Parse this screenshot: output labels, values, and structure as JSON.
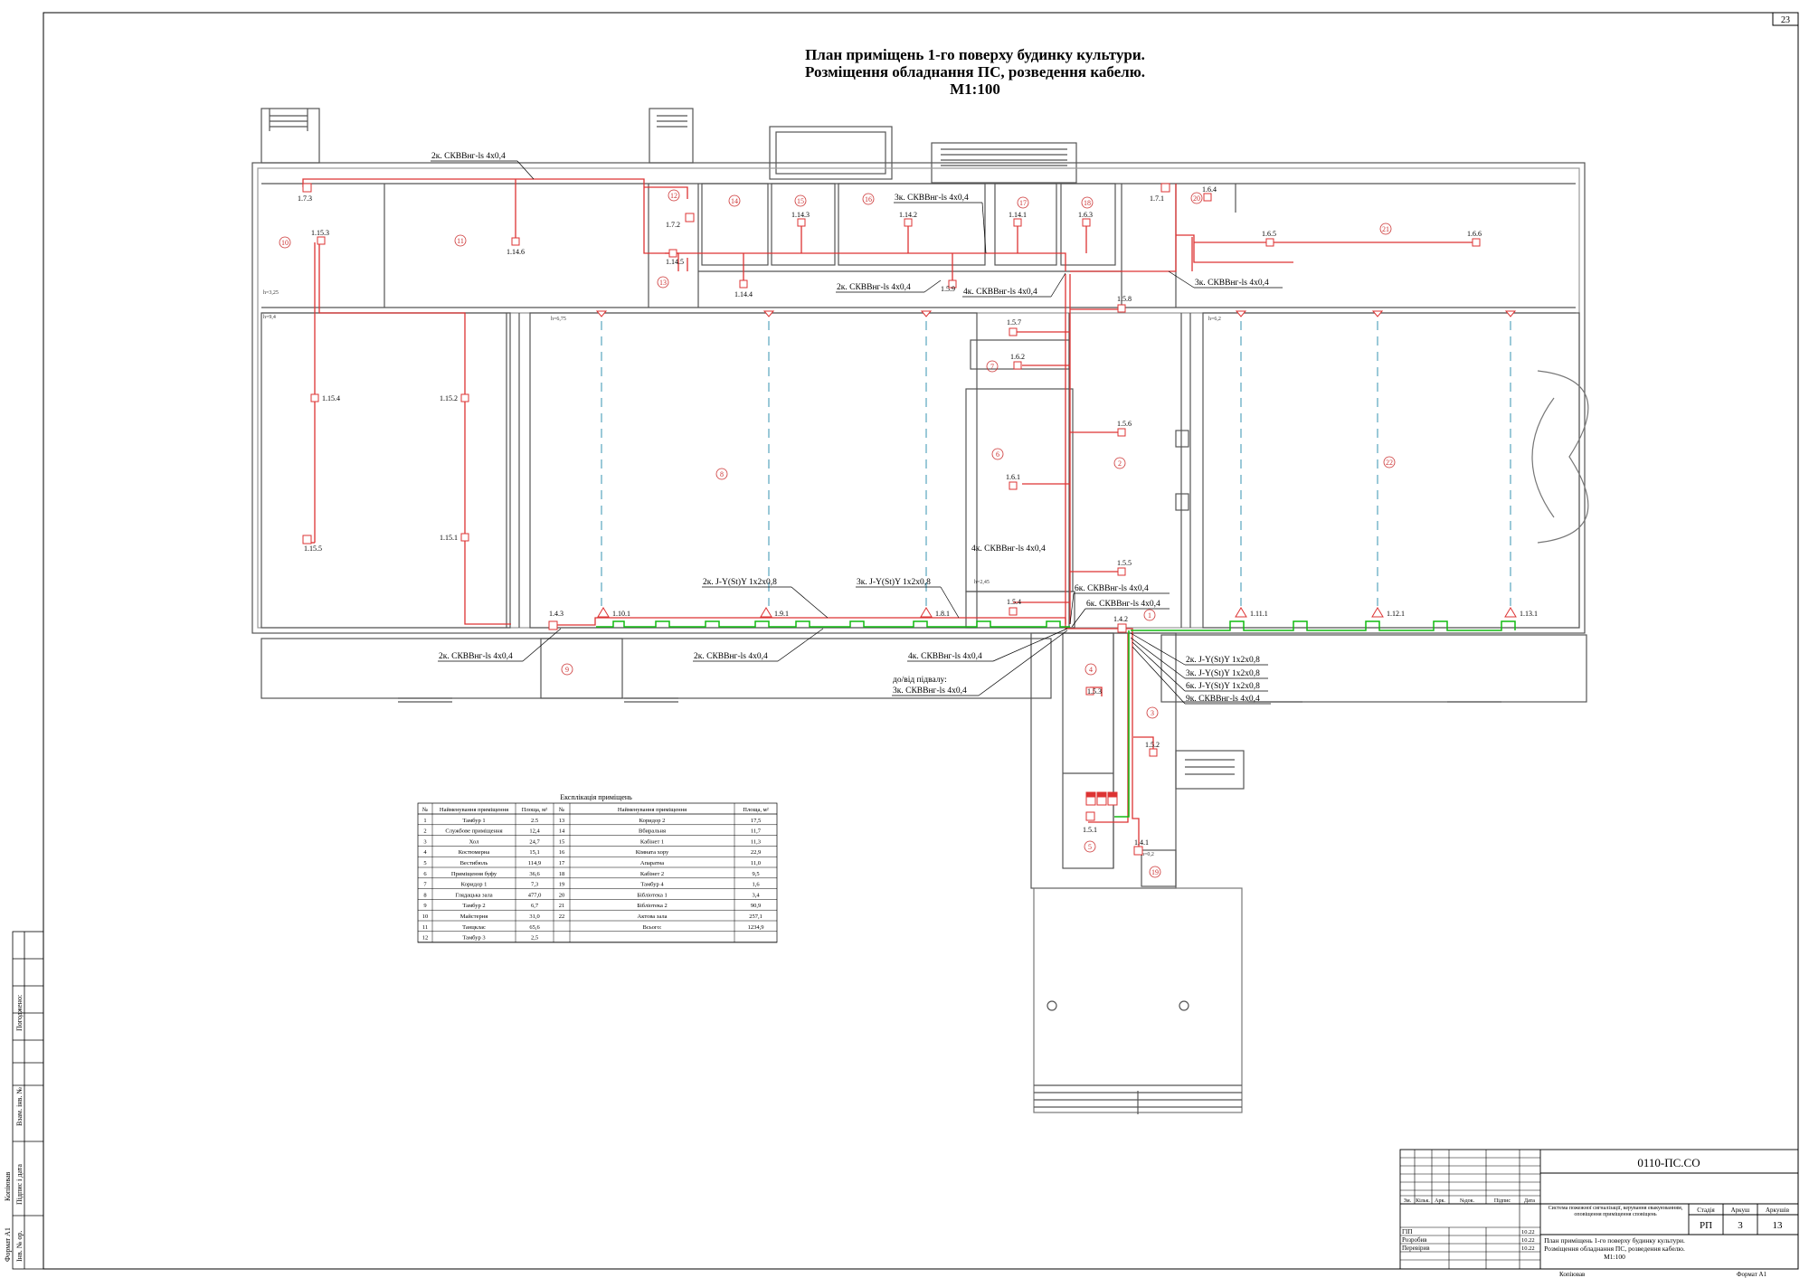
{
  "page_number": "23",
  "title": {
    "line1": "План приміщень 1-го поверху будинку культури.",
    "line2": "Розміщення обладнання ПС, розведення кабелю.",
    "line3": "М1:100"
  },
  "room_numbers": [
    "1",
    "2",
    "3",
    "4",
    "5",
    "6",
    "7",
    "8",
    "9",
    "10",
    "11",
    "12",
    "13",
    "14",
    "15",
    "16",
    "17",
    "18",
    "19",
    "20",
    "21",
    "22"
  ],
  "level_marks": [
    "h=3,25",
    "h=9,4",
    "h=6,75",
    "h=6,2",
    "h=2,45",
    "h=0,2"
  ],
  "devices": {
    "d1_7_3": "1.7.3",
    "d1_15_3": "1.15.3",
    "d1_14_6": "1.14.6",
    "d1_7_2": "1.7.2",
    "d1_14_5": "1.14.5",
    "d1_14_4": "1.14.4",
    "d1_14_3": "1.14.3",
    "d1_14_2": "1.14.2",
    "d1_14_1": "1.14.1",
    "d1_6_3": "1.6.3",
    "d1_7_1": "1.7.1",
    "d1_6_4": "1.6.4",
    "d1_6_5": "1.6.5",
    "d1_6_6": "1.6.6",
    "d1_5_9": "1.5.9",
    "d1_5_8": "1.5.8",
    "d1_5_7": "1.5.7",
    "d1_6_2": "1.6.2",
    "d1_5_6": "1.5.6",
    "d1_6_1": "1.6.1",
    "d1_5_5": "1.5.5",
    "d1_5_4": "1.5.4",
    "d1_15_4": "1.15.4",
    "d1_15_2": "1.15.2",
    "d1_15_5": "1.15.5",
    "d1_15_1": "1.15.1",
    "d1_4_3": "1.4.3",
    "d1_10_1": "1.10.1",
    "d1_9_1": "1.9.1",
    "d1_8_1": "1.8.1",
    "d1_4_2": "1.4.2",
    "d1_11_1": "1.11.1",
    "d1_12_1": "1.12.1",
    "d1_13_1": "1.13.1",
    "d1_5_3": "1.5.3",
    "d1_5_2": "1.5.2",
    "d1_5_1": "1.5.1",
    "d1_4_1": "1.4.1"
  },
  "cables": {
    "c1": "2к. СКВВнг-ls 4х0,4",
    "c2": "3к. СКВВнг-ls 4х0,4",
    "c3": "2к. СКВВнг-ls 4х0,4",
    "c4": "4к. СКВВнг-ls 4х0,4",
    "c5": "3к. СКВВнг-ls 4х0,4",
    "c6": "4к. СКВВнг-ls 4х0,4",
    "c7": "2к. J-Y(St)Y 1х2х0,8",
    "c8": "3к. J-Y(St)Y 1х2х0,8",
    "c9": "6к. СКВВнг-ls 4х0,4",
    "c10": "6к. СКВВнг-ls 4х0,4",
    "c11": "2к. СКВВнг-ls 4х0,4",
    "c12": "2к. СКВВнг-ls 4х0,4",
    "c13": "4к. СКВВнг-ls 4х0,4",
    "c14a": "до/від підвалу:",
    "c14b": "3к. СКВВнг-ls 4х0,4",
    "c15": "2к. J-Y(St)Y 1х2х0,8",
    "c16": "3к. J-Y(St)Y 1х2х0,8",
    "c17": "6к. J-Y(St)Y 1х2х0,8",
    "c18": "9к. СКВВнг-ls 4х0,4"
  },
  "explication": {
    "title": "Експлікація приміщень",
    "headers": [
      "№",
      "Найменування приміщення",
      "Площа, м²",
      "№",
      "Найменування приміщення",
      "Площа, м²"
    ],
    "rows": [
      [
        "1",
        "Тамбур 1",
        "2.5",
        "13",
        "Коридор 2",
        "17,5"
      ],
      [
        "2",
        "Службове приміщення",
        "12,4",
        "14",
        "Вбиральня",
        "11,7"
      ],
      [
        "3",
        "Хол",
        "24,7",
        "15",
        "Кабінет 1",
        "11,3"
      ],
      [
        "4",
        "Костюмерна",
        "15,1",
        "16",
        "Кімната хору",
        "22,9"
      ],
      [
        "5",
        "Вестибюль",
        "114,9",
        "17",
        "Апаратна",
        "11,0"
      ],
      [
        "6",
        "Приміщення буфу",
        "36,6",
        "18",
        "Кабінет 2",
        "9,5"
      ],
      [
        "7",
        "Коридор 1",
        "7,3",
        "19",
        "Тамбур 4",
        "1,6"
      ],
      [
        "8",
        "Глядацька зала",
        "477,0",
        "20",
        "Бібліотека 1",
        "3,4"
      ],
      [
        "9",
        "Тамбур 2",
        "6,7",
        "21",
        "Бібліотека 2",
        "90,9"
      ],
      [
        "10",
        "Майстерня",
        "31,0",
        "22",
        "Актова зала",
        "257,1"
      ],
      [
        "11",
        "Танцклас",
        "65,6",
        "",
        "Всього:",
        "1234,9"
      ],
      [
        "12",
        "Тамбур 3",
        "2,5",
        "",
        "",
        ""
      ]
    ]
  },
  "side_stamp": {
    "s1": "Погоджено:",
    "s2": "Взам. інв. №",
    "s3": "Підпис і дата",
    "s4": "Інв. № ор.",
    "s5": "Формат А1",
    "s6": "Копіював"
  },
  "title_block": {
    "code": "0110-ПС.СО",
    "headers": [
      "Зм.",
      "Кільк.",
      "Арк.",
      "№док.",
      "Підпис",
      "Дата"
    ],
    "roles": [
      "ГІП",
      "Розробив",
      "Перевірив"
    ],
    "dates": [
      "10.22",
      "10.22",
      "10.22"
    ],
    "system": "Система пожежної сигналізації, керування евакуюванням, оповіщення приміщення сповіщень",
    "sheet_title": "План приміщень 1-го поверху будинку культури. Розміщення обладнання ПС, розведення кабелю. М1:100",
    "stage_label": "Стадія",
    "sheet_label": "Аркуш",
    "sheets_label": "Аркушів",
    "stage": "РП",
    "sheet": "3",
    "sheets": "13",
    "copied": "Копіював",
    "format": "Формат А1"
  }
}
